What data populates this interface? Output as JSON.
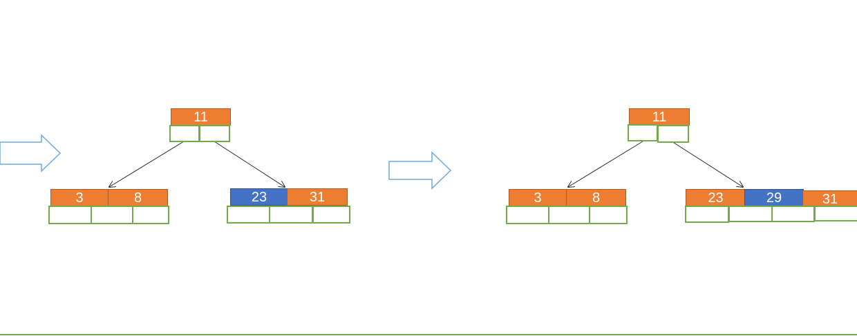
{
  "colors": {
    "key_fill": "#ed7d31",
    "key_highlight_fill": "#4472c4",
    "pointer_slot_border": "#70ad47",
    "transition_arrow_stroke": "#6fa8dc",
    "edge_stroke": "#262626"
  },
  "before": {
    "root": {
      "keys": [
        "11"
      ]
    },
    "left_child": {
      "keys": [
        "3",
        "8"
      ]
    },
    "right_child": {
      "keys": [
        "23",
        "31"
      ],
      "highlighted_key": "23"
    }
  },
  "after": {
    "root": {
      "keys": [
        "11"
      ]
    },
    "left_child": {
      "keys": [
        "3",
        "8"
      ]
    },
    "right_child": {
      "keys": [
        "23",
        "29",
        "31"
      ],
      "highlighted_key": "29"
    }
  }
}
